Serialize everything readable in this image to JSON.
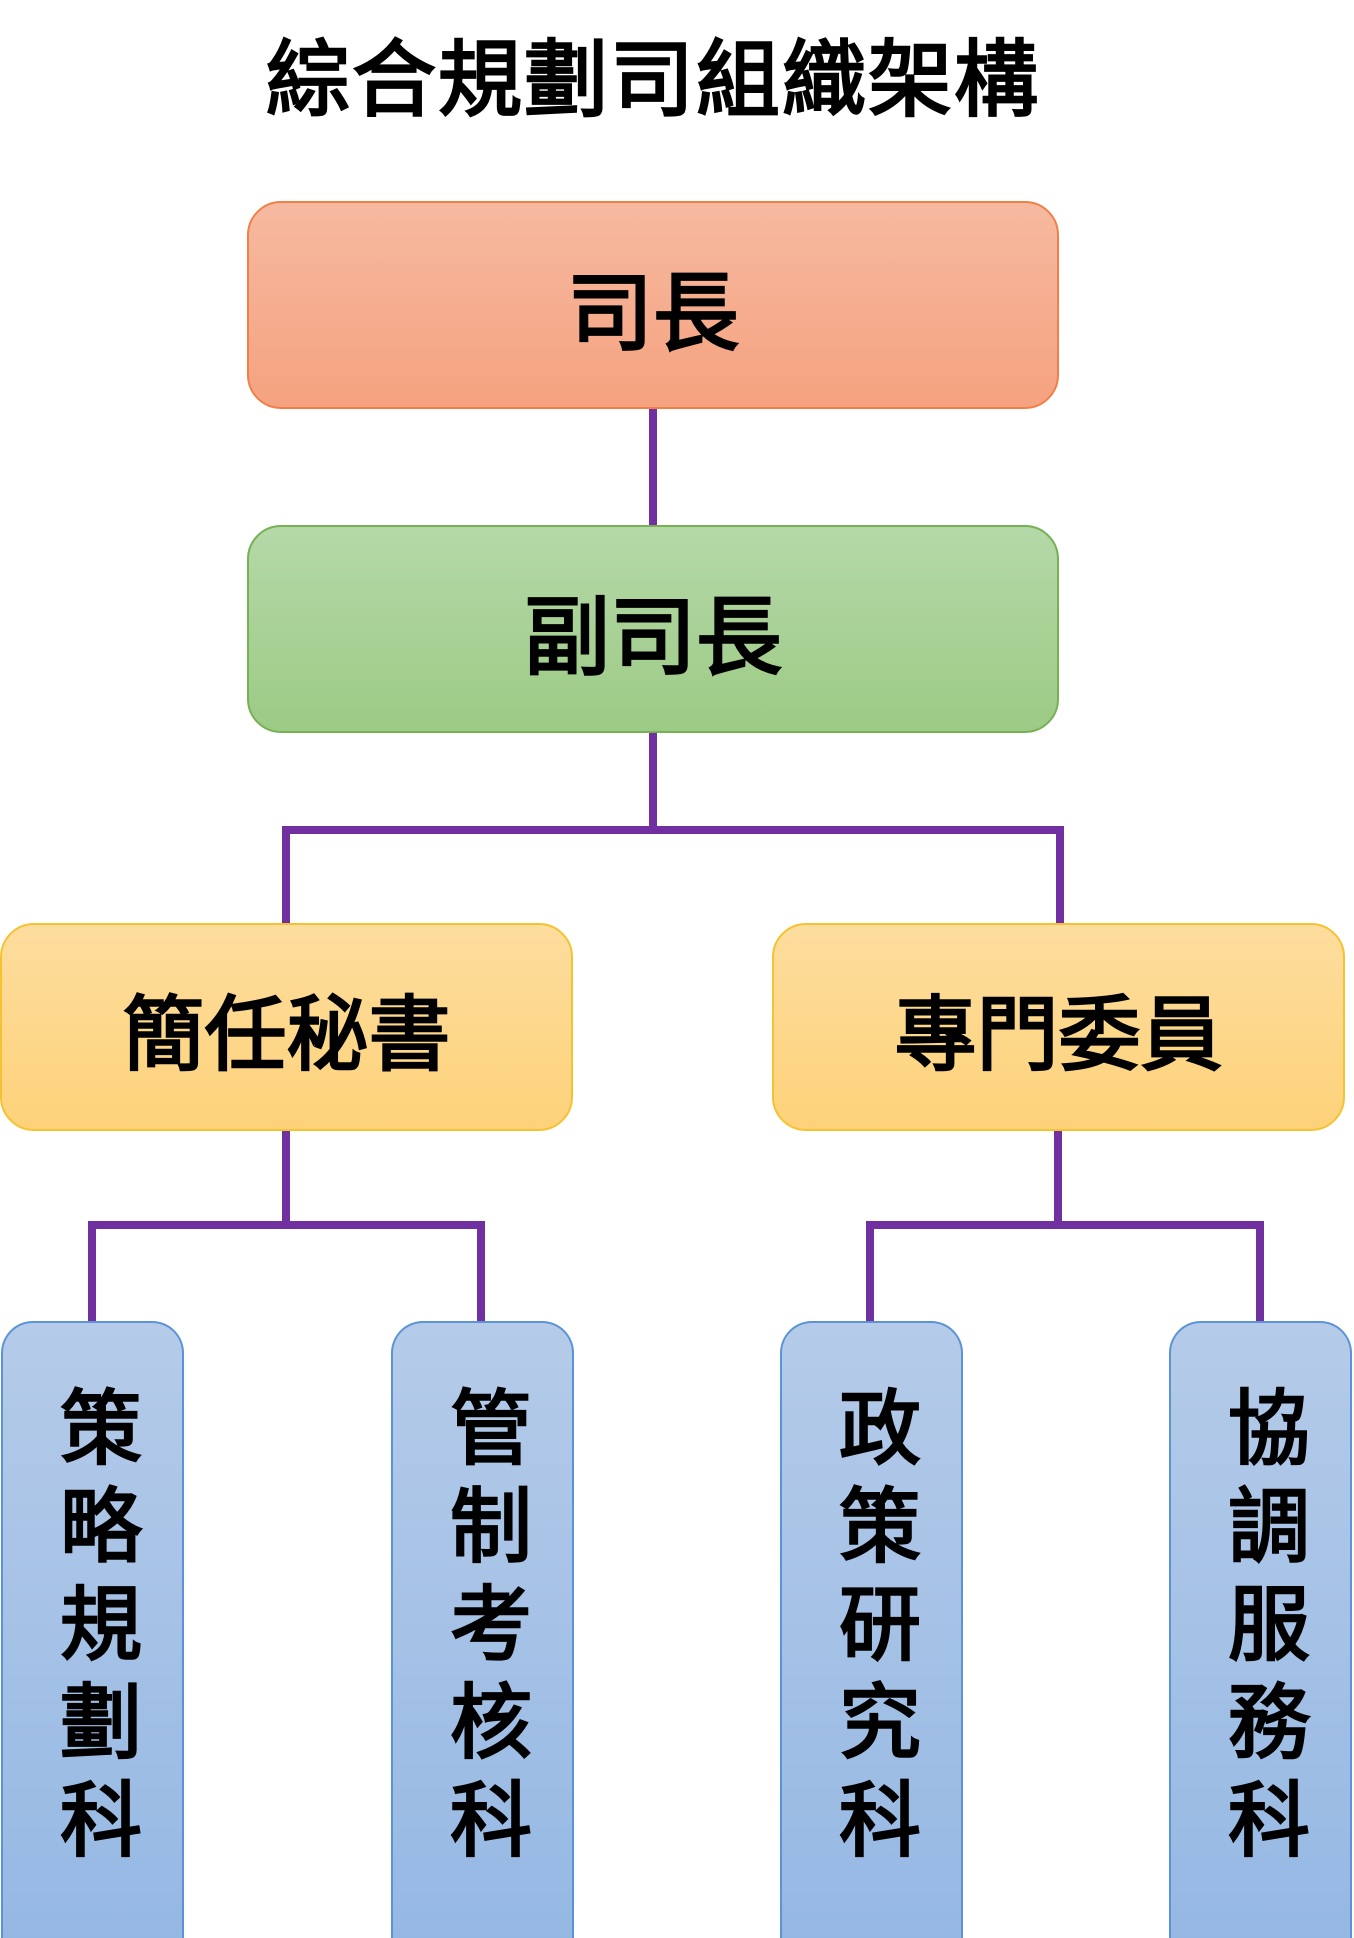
{
  "title": "綜合規劃司組織架構",
  "nodes": {
    "director": "司長",
    "deputy_director": "副司長",
    "senior_secretary": "簡任秘書",
    "specialist": "專門委員",
    "sections": [
      "策略規劃科",
      "管制考核科",
      "政策研究科",
      "協調服務科"
    ]
  },
  "colors": {
    "connector": "#7030a0",
    "director_fill": "#f5a27f",
    "deputy_fill": "#9ccb85",
    "mid_fill": "#fdd27a",
    "section_fill": "#95b8e3"
  }
}
